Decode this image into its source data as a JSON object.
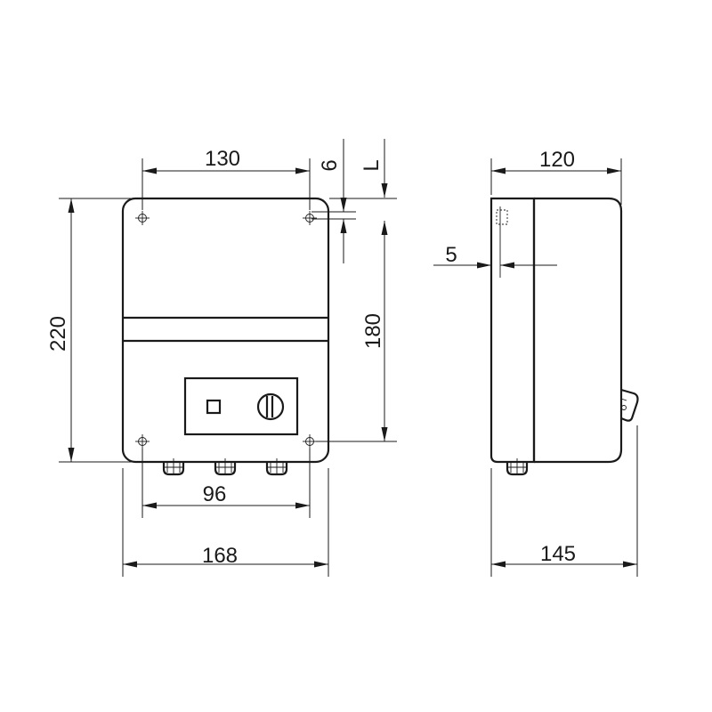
{
  "drawing": {
    "front_view": {
      "dim_top_width": "130",
      "dim_top_offset": "6",
      "dim_top_symbol": "L",
      "dim_overall_height": "220",
      "dim_hole_spacing_vertical": "180",
      "dim_bottom_inner": "96",
      "dim_bottom_overall": "168"
    },
    "side_view": {
      "dim_top_depth": "120",
      "dim_wall_offset": "5",
      "dim_bottom_overall": "145"
    }
  }
}
